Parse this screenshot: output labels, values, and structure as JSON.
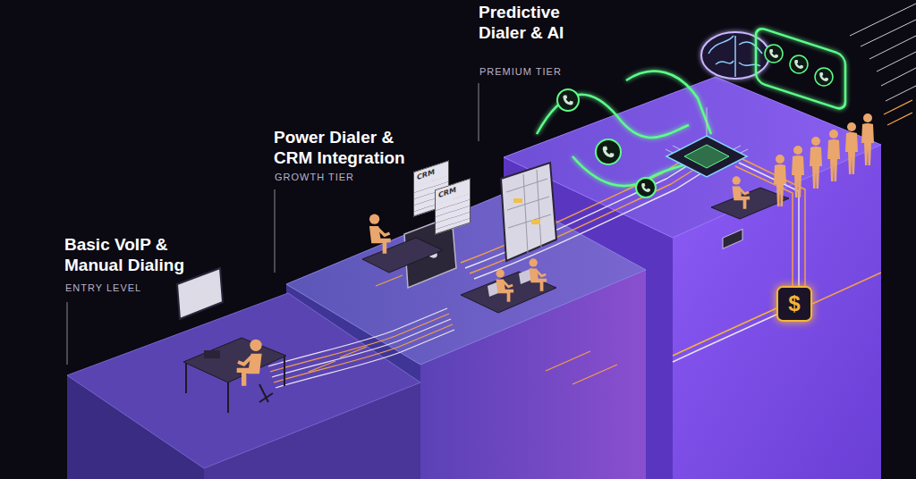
{
  "diagram": {
    "nodes": [
      {
        "text": [
          "CRM"
        ]
      },
      {
        "text": [
          "CRM"
        ]
      },
      {
        "text": [
          "$"
        ]
      }
    ],
    "labels": [
      "Basic VoIP & Manual Dialing",
      "ENTRY LEVEL",
      "Power Dialer & CRM Integration",
      "GROWTH TIER",
      "Predictive Dialer & AI",
      "PREMIUM TIER"
    ]
  }
}
